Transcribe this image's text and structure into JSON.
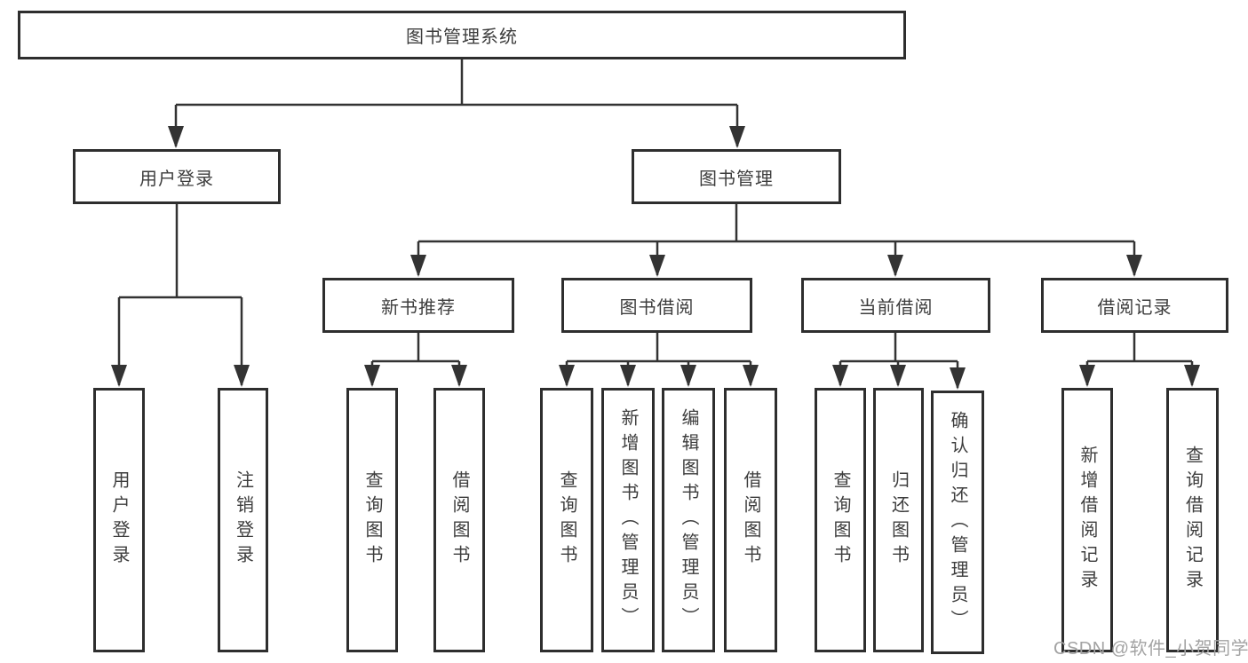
{
  "diagram": {
    "type": "hierarchy",
    "tree": {
      "label": "图书管理系统",
      "children": [
        {
          "label": "用户登录",
          "children": [
            {
              "label": "用户登录"
            },
            {
              "label": "注销登录"
            }
          ]
        },
        {
          "label": "图书管理",
          "children": [
            {
              "label": "新书推荐",
              "children": [
                {
                  "label": "查询图书"
                },
                {
                  "label": "借阅图书"
                }
              ]
            },
            {
              "label": "图书借阅",
              "children": [
                {
                  "label": "查询图书"
                },
                {
                  "label": "新增图书（管理员）"
                },
                {
                  "label": "编辑图书（管理员）"
                },
                {
                  "label": "借阅图书"
                }
              ]
            },
            {
              "label": "当前借阅",
              "children": [
                {
                  "label": "查询图书"
                },
                {
                  "label": "归还图书"
                },
                {
                  "label": "确认归还（管理员）"
                }
              ]
            },
            {
              "label": "借阅记录",
              "children": [
                {
                  "label": "新增借阅记录"
                },
                {
                  "label": "查询借阅记录"
                }
              ]
            }
          ]
        }
      ]
    },
    "watermark": "CSDN @软件_小贺同学",
    "colors": {
      "line": "#333333",
      "box_border": "#2e2e2e",
      "text": "#3d3d3d",
      "watermark": "#a3a3a3",
      "background": "#ffffff"
    }
  }
}
